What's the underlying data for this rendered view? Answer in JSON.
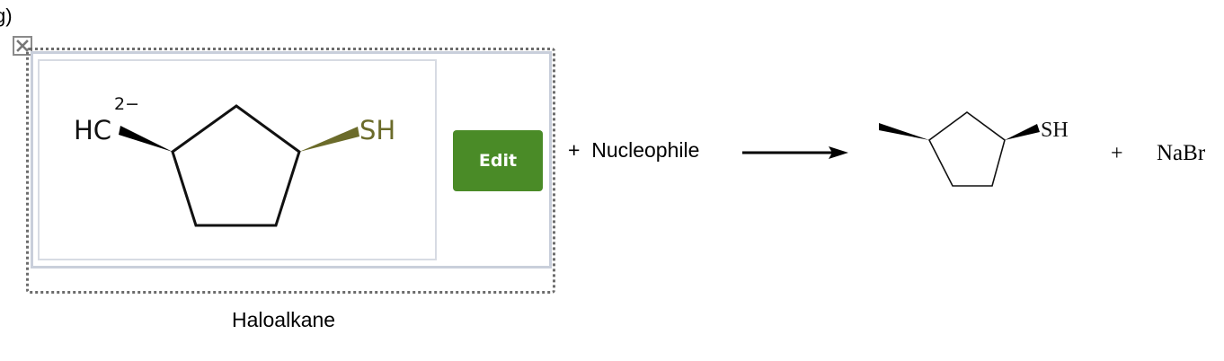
{
  "question": {
    "part_label": "g)"
  },
  "answer_box": {
    "remove_icon": "close-icon",
    "edit_label": "Edit",
    "edit_color": "#4a8b27",
    "caption": "Haloalkane",
    "molecule": {
      "left_group": "HC",
      "charge": "2−",
      "right_group": "SH",
      "right_group_color": "#6b6b2a"
    }
  },
  "reaction": {
    "plus_nucleophile": "+  Nucleophile",
    "product": {
      "group": "SH"
    },
    "plus": "+",
    "byproduct": "NaBr"
  }
}
